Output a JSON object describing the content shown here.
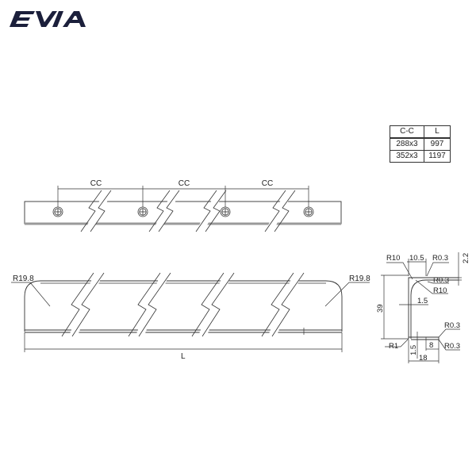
{
  "brand": {
    "logo_text": "EVIA",
    "color": "#1b1f3b"
  },
  "table": {
    "headers": [
      "C-C",
      "L"
    ],
    "rows": [
      {
        "cc": "288x3",
        "l": "997"
      },
      {
        "cc": "352x3",
        "l": "1197"
      }
    ]
  },
  "top_view": {
    "spacing_labels": [
      "CC",
      "CC",
      "CC"
    ],
    "hole_count": 4
  },
  "front_view": {
    "left_radius": "R19.8",
    "right_radius": "R19.8",
    "length_label": "L"
  },
  "profile": {
    "r10_top_left": "R10",
    "width_top": "10.5",
    "r03_top_right": "R0.3",
    "thickness_top": "2.2",
    "r03_inner": "R0.3",
    "r10_inner": "R10",
    "wall_thickness": "1.5",
    "height": "39",
    "r03_bottom_right": "R0.3",
    "r1_bottom_left": "R1",
    "lip_width": "8",
    "r03_bottom_lower": "R0.3",
    "base_thickness": "1.5",
    "base_width": "18"
  },
  "colors": {
    "line": "#333333",
    "stripe": "#9a9a9a"
  }
}
